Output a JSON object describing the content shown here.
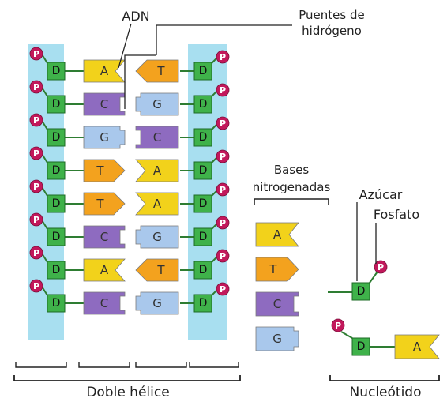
{
  "labels": {
    "adn": "ADN",
    "hydrogen_bonds": [
      "Puentes de",
      "hidrógeno"
    ],
    "nitrogen_bases": [
      "Bases",
      "nitrogenadas"
    ],
    "sugar": "Azúcar",
    "phosphate": "Fosfato",
    "double_helix": "Doble hélice",
    "nucleotide": "Nucleótido"
  },
  "sugar_letter": "D",
  "phosphate_letter": "P",
  "pairs": [
    {
      "left": "A",
      "right": "T"
    },
    {
      "left": "C",
      "right": "G"
    },
    {
      "left": "G",
      "right": "C"
    },
    {
      "left": "T",
      "right": "A"
    },
    {
      "left": "T",
      "right": "A"
    },
    {
      "left": "C",
      "right": "G"
    },
    {
      "left": "A",
      "right": "T"
    },
    {
      "left": "C",
      "right": "G"
    }
  ],
  "legend_bases": [
    "A",
    "T",
    "C",
    "G"
  ],
  "nucleotide_example": {
    "base": "A"
  },
  "colors": {
    "A": "#f2d21b",
    "T": "#f3a21e",
    "C": "#8e6bc0",
    "G": "#a9c8ec",
    "sugar": "#3fb24a",
    "phosphate": "#c2185b",
    "backbone_band": "#a8dff0"
  }
}
